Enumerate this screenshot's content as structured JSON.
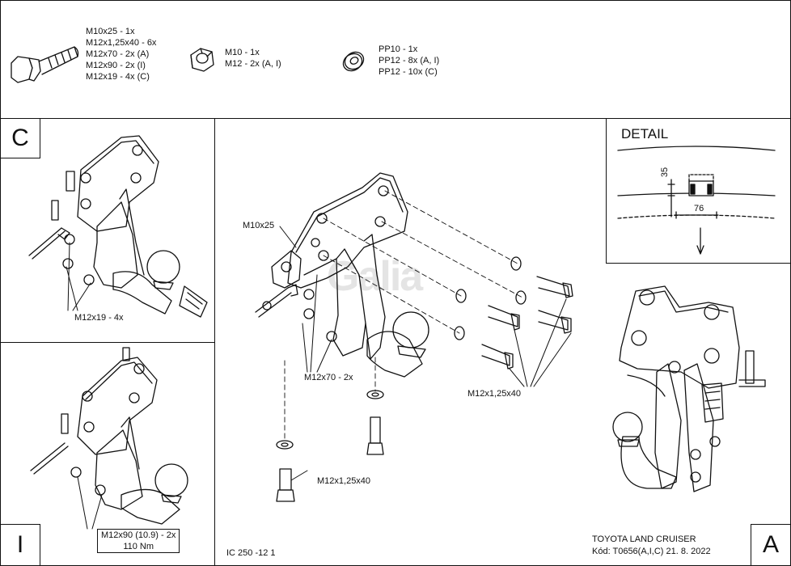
{
  "parts": {
    "bolts": [
      "M10x25 - 1x",
      "M12x1,25x40 - 6x",
      "M12x70 - 2x (A)",
      "M12x90 - 2x (I)",
      "M12x19 - 4x (C)"
    ],
    "nuts": [
      "M10 - 1x",
      "M12 - 2x (A, I)"
    ],
    "washers": [
      "PP10 - 1x",
      "PP12 - 8x (A, I)",
      "PP12 - 10x (C)"
    ]
  },
  "variants": {
    "c": "C",
    "i": "I",
    "a": "A"
  },
  "labels": {
    "c_bolts": "M12x19 - 4x",
    "i_bolts_1": "M12x90 (10.9) - 2x",
    "i_bolts_2": "110 Nm",
    "m10x25": "M10x25",
    "m12x70": "M12x70 - 2x",
    "m12x125_right": "M12x1,25x40",
    "m12x125_bottom": "M12x1,25x40"
  },
  "detail": {
    "title": "DETAIL",
    "dim_vertical": "35",
    "dim_horizontal": "76"
  },
  "watermark": "Galia",
  "footer": {
    "code_left": "IC 250 -12 1",
    "vehicle": "TOYOTA LAND CRUISER",
    "code": "Kód: T0656(A,I,C)  21. 8. 2022"
  }
}
